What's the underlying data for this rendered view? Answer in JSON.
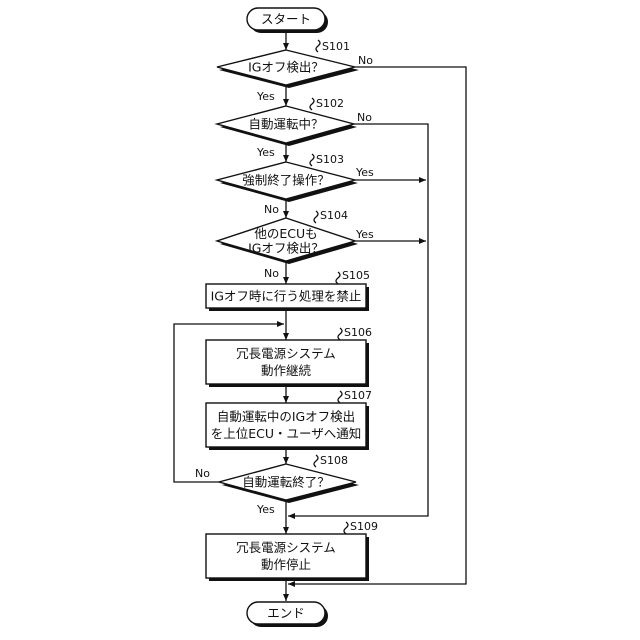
{
  "flowchart": {
    "start": "スタート",
    "end": "エンド",
    "s101": {
      "id": "S101",
      "text": "IGオフ検出？"
    },
    "s102": {
      "id": "S102",
      "text": "自動運転中？"
    },
    "s103": {
      "id": "S103",
      "text": "強制終了操作？"
    },
    "s104": {
      "id": "S104",
      "line1": "他のECUも",
      "line2": "IGオフ検出？"
    },
    "s105": {
      "id": "S105",
      "text": "IGオフ時に行う処理を禁止"
    },
    "s106": {
      "id": "S106",
      "line1": "冗長電源システム",
      "line2": "動作継続"
    },
    "s107": {
      "id": "S107",
      "line1": "自動運転中のIGオフ検出",
      "line2": "を上位ECU・ユーザへ通知"
    },
    "s108": {
      "id": "S108",
      "text": "自動運転終了？"
    },
    "s109": {
      "id": "S109",
      "line1": "冗長電源システム",
      "line2": "動作停止"
    },
    "labels": {
      "s101_no": "No",
      "s101_yes": "Yes",
      "s102_no": "No",
      "s102_yes": "Yes",
      "s103_yes": "Yes",
      "s103_no": "No",
      "s104_yes": "Yes",
      "s104_no": "No",
      "s108_no": "No",
      "s108_yes": "Yes"
    }
  }
}
